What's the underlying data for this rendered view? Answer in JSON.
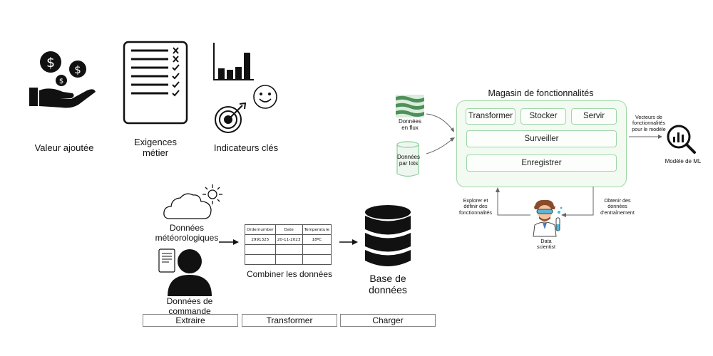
{
  "business": {
    "value_label": "Valeur ajoutée",
    "requirements_label": "Exigences\nmétier",
    "kpi_label": "Indicateurs clés"
  },
  "etl": {
    "weather_label": "Données\nmétéorologiques",
    "orders_label": "Données de\ncommande",
    "combine_label": "Combiner les données",
    "database_label": "Base de\ndonnées",
    "stages": [
      "Extraire",
      "Transformer",
      "Charger"
    ],
    "table": {
      "headers": [
        "Ordernumber",
        "Date",
        "Temperature"
      ],
      "row": [
        "2991325",
        "20-11-2023",
        "18ºC"
      ]
    }
  },
  "feature_store": {
    "title": "Magasin de fonctionnalités",
    "buttons": [
      "Transformer",
      "Stocker",
      "Servir"
    ],
    "monitor": "Surveiller",
    "register": "Enregistrer",
    "stream_label": "Données\nen flux",
    "batch_label": "Données\npar lots",
    "vectors_label": "Vecteurs de\nfonctionnalités\npour le modèle",
    "ml_model_label": "Modèle de ML",
    "explore_label": "Explorer et\ndéfinir des\nfonctionnalités",
    "training_label": "Obtenir des\ndonnées\nd'entraînement",
    "scientist_label": "Data\nscientist"
  },
  "colors": {
    "accent_green": "#9fd8a8",
    "store_fill": "#f2faf2",
    "icon_dark": "#111111"
  }
}
